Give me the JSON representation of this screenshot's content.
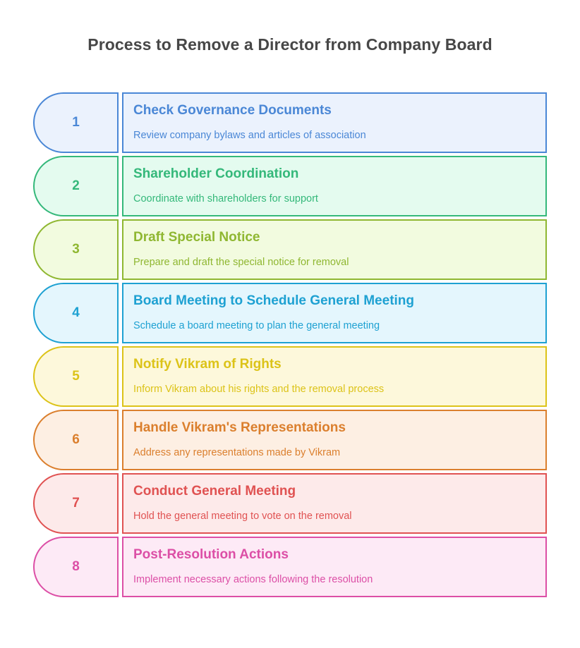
{
  "title": "Process to Remove a Director from Company Board",
  "steps": [
    {
      "number": "1",
      "title": "Check Governance Documents",
      "description": "Review company bylaws and articles of association",
      "color": "#4a87d6",
      "fill": "#ebf2fd"
    },
    {
      "number": "2",
      "title": "Shareholder Coordination",
      "description": "Coordinate with shareholders for support",
      "color": "#34b87a",
      "fill": "#e4fbef"
    },
    {
      "number": "3",
      "title": "Draft Special Notice",
      "description": "Prepare and draft the special notice for removal",
      "color": "#8fb731",
      "fill": "#f2fbdf"
    },
    {
      "number": "4",
      "title": "Board Meeting to Schedule General Meeting",
      "description": "Schedule a board meeting to plan the general meeting",
      "color": "#1ea1d2",
      "fill": "#e4f6fd"
    },
    {
      "number": "5",
      "title": "Notify Vikram of Rights",
      "description": "Inform Vikram about his rights and the removal process",
      "color": "#dcc318",
      "fill": "#fdf8db"
    },
    {
      "number": "6",
      "title": "Handle Vikram's Representations",
      "description": "Address any representations made by Vikram",
      "color": "#db7f2d",
      "fill": "#fdefe3"
    },
    {
      "number": "7",
      "title": "Conduct General Meeting",
      "description": "Hold the general meeting to vote on the removal",
      "color": "#e05252",
      "fill": "#fdeaea"
    },
    {
      "number": "8",
      "title": "Post-Resolution Actions",
      "description": "Implement necessary actions following the resolution",
      "color": "#dc4fa6",
      "fill": "#fdeaf6"
    }
  ]
}
